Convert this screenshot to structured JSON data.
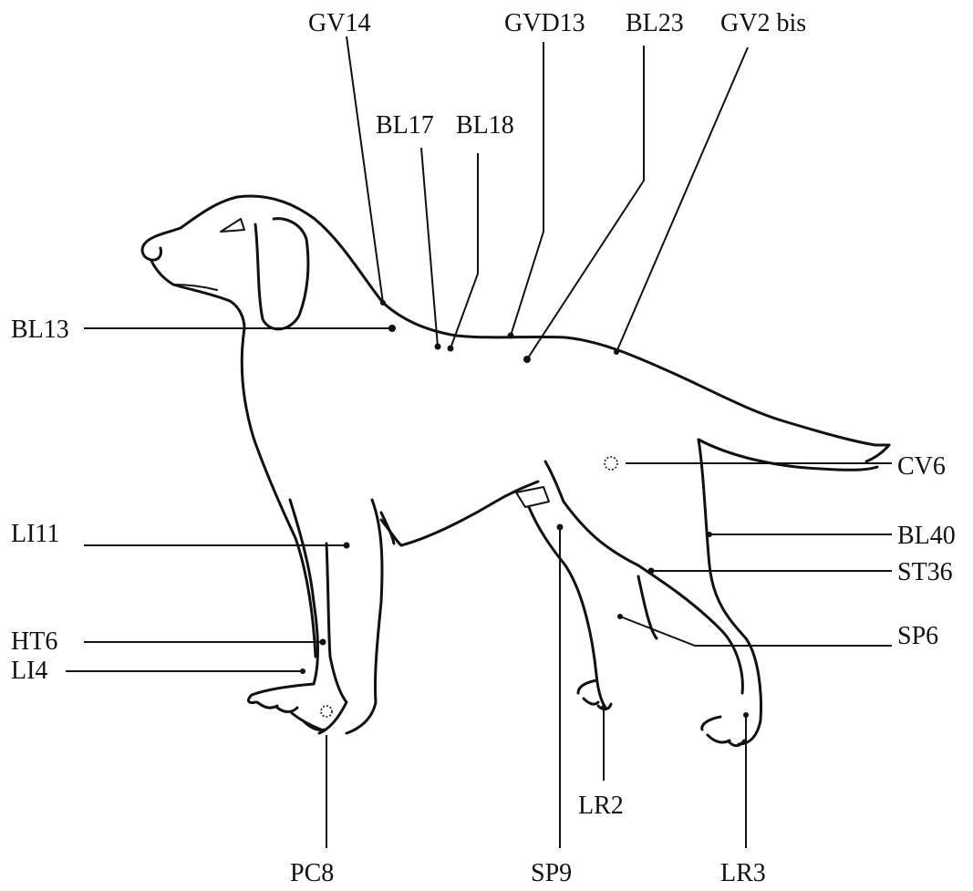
{
  "labels": {
    "GV14": "GV14",
    "GVD13": "GVD13",
    "BL23": "BL23",
    "GV2bis": "GV2 bis",
    "BL17": "BL17",
    "BL18": "BL18",
    "BL13": "BL13",
    "CV6": "CV6",
    "LI11": "LI11",
    "BL40": "BL40",
    "ST36": "ST36",
    "HT6": "HT6",
    "LI4": "LI4",
    "SP6": "SP6",
    "LR2": "LR2",
    "PC8": "PC8",
    "SP9": "SP9",
    "LR3": "LR3"
  }
}
